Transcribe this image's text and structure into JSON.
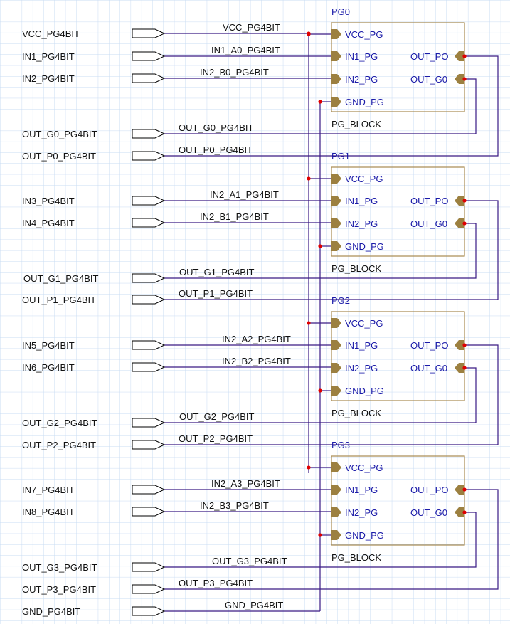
{
  "schematic": {
    "colors": {
      "background": "#ffffff",
      "grid": "#c9dcf3",
      "wire": "#3a1a85",
      "block_border": "#a88a50",
      "pin_arrow": "#9c8040",
      "junction": "#e00000",
      "pin_text": "#1a1aa8",
      "label_text": "#111111",
      "port_outline": "#000000"
    },
    "ports": [
      {
        "name": "VCC_PG4BIT",
        "net": "VCC_PG4BIT"
      },
      {
        "name": "IN1_PG4BIT",
        "net": "IN1_A0_PG4BIT"
      },
      {
        "name": "IN2_PG4BIT",
        "net": "IN2_B0_PG4BIT"
      },
      {
        "name": "OUT_G0_PG4BIT",
        "net": "OUT_G0_PG4BIT"
      },
      {
        "name": "OUT_P0_PG4BIT",
        "net": "OUT_P0_PG4BIT"
      },
      {
        "name": "IN3_PG4BIT",
        "net": "IN2_A1_PG4BIT"
      },
      {
        "name": "IN4_PG4BIT",
        "net": "IN2_B1_PG4BIT"
      },
      {
        "name": "OUT_G1_PG4BIT",
        "net": "OUT_G1_PG4BIT"
      },
      {
        "name": "OUT_P1_PG4BIT",
        "net": "OUT_P1_PG4BIT"
      },
      {
        "name": "IN5_PG4BIT",
        "net": "IN2_A2_PG4BIT"
      },
      {
        "name": "IN6_PG4BIT",
        "net": "IN2_B2_PG4BIT"
      },
      {
        "name": "OUT_G2_PG4BIT",
        "net": "OUT_G2_PG4BIT"
      },
      {
        "name": "OUT_P2_PG4BIT",
        "net": "OUT_P2_PG4BIT"
      },
      {
        "name": "IN7_PG4BIT",
        "net": "IN2_A3_PG4BIT"
      },
      {
        "name": "IN8_PG4BIT",
        "net": "IN2_B3_PG4BIT"
      },
      {
        "name": "OUT_G3_PG4BIT",
        "net": "OUT_G3_PG4BIT"
      },
      {
        "name": "OUT_P3_PG4BIT",
        "net": "OUT_P3_PG4BIT"
      },
      {
        "name": "GND_PG4BIT",
        "net": "GND_PG4BIT"
      }
    ],
    "blocks": [
      {
        "instance": "PG0",
        "type": "PG_BLOCK"
      },
      {
        "instance": "PG1",
        "type": "PG_BLOCK"
      },
      {
        "instance": "PG2",
        "type": "PG_BLOCK"
      },
      {
        "instance": "PG3",
        "type": "PG_BLOCK"
      }
    ],
    "block_pins": {
      "vcc": "VCC_PG",
      "in1": "IN1_PG",
      "in2": "IN2_PG",
      "gnd": "GND_PG",
      "out_p": "OUT_PO",
      "out_g": "OUT_G0"
    }
  }
}
